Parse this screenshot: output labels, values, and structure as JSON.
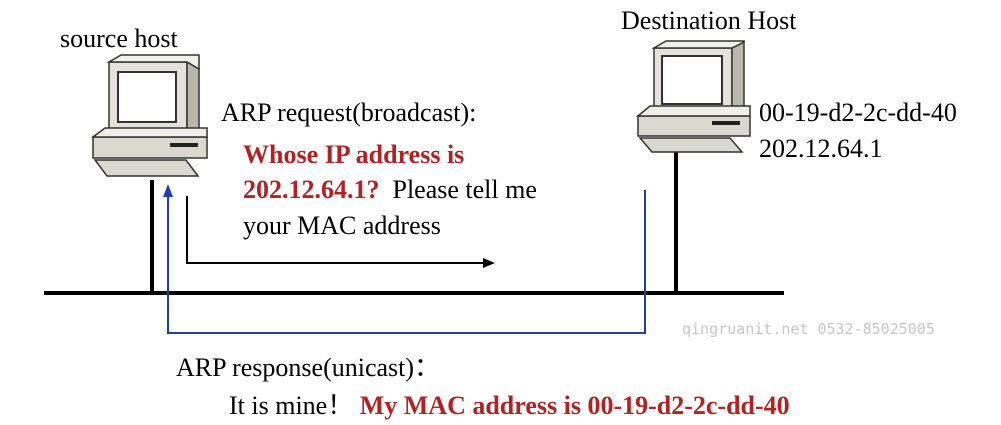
{
  "source": {
    "label": "source host"
  },
  "destination": {
    "label": "Destination Host",
    "mac": "00-19-d2-2c-dd-40",
    "ip": "202.12.64.1"
  },
  "request": {
    "title": "ARP request(broadcast):",
    "line1": "Whose IP address  is",
    "line2_ip": "202.12.64.1?",
    "line2_rest": "Please tell me",
    "line3": "your MAC address"
  },
  "response": {
    "title": "ARP response(unicast)：",
    "lead": "It is mine！",
    "answer": "My MAC address is 00-19-d2-2c-dd-40"
  },
  "watermark": "qingruanit.net 0532-85025005",
  "colors": {
    "accent_red": "#b22222",
    "arrow_blue": "#1f3fb0",
    "line_black": "#000000"
  }
}
